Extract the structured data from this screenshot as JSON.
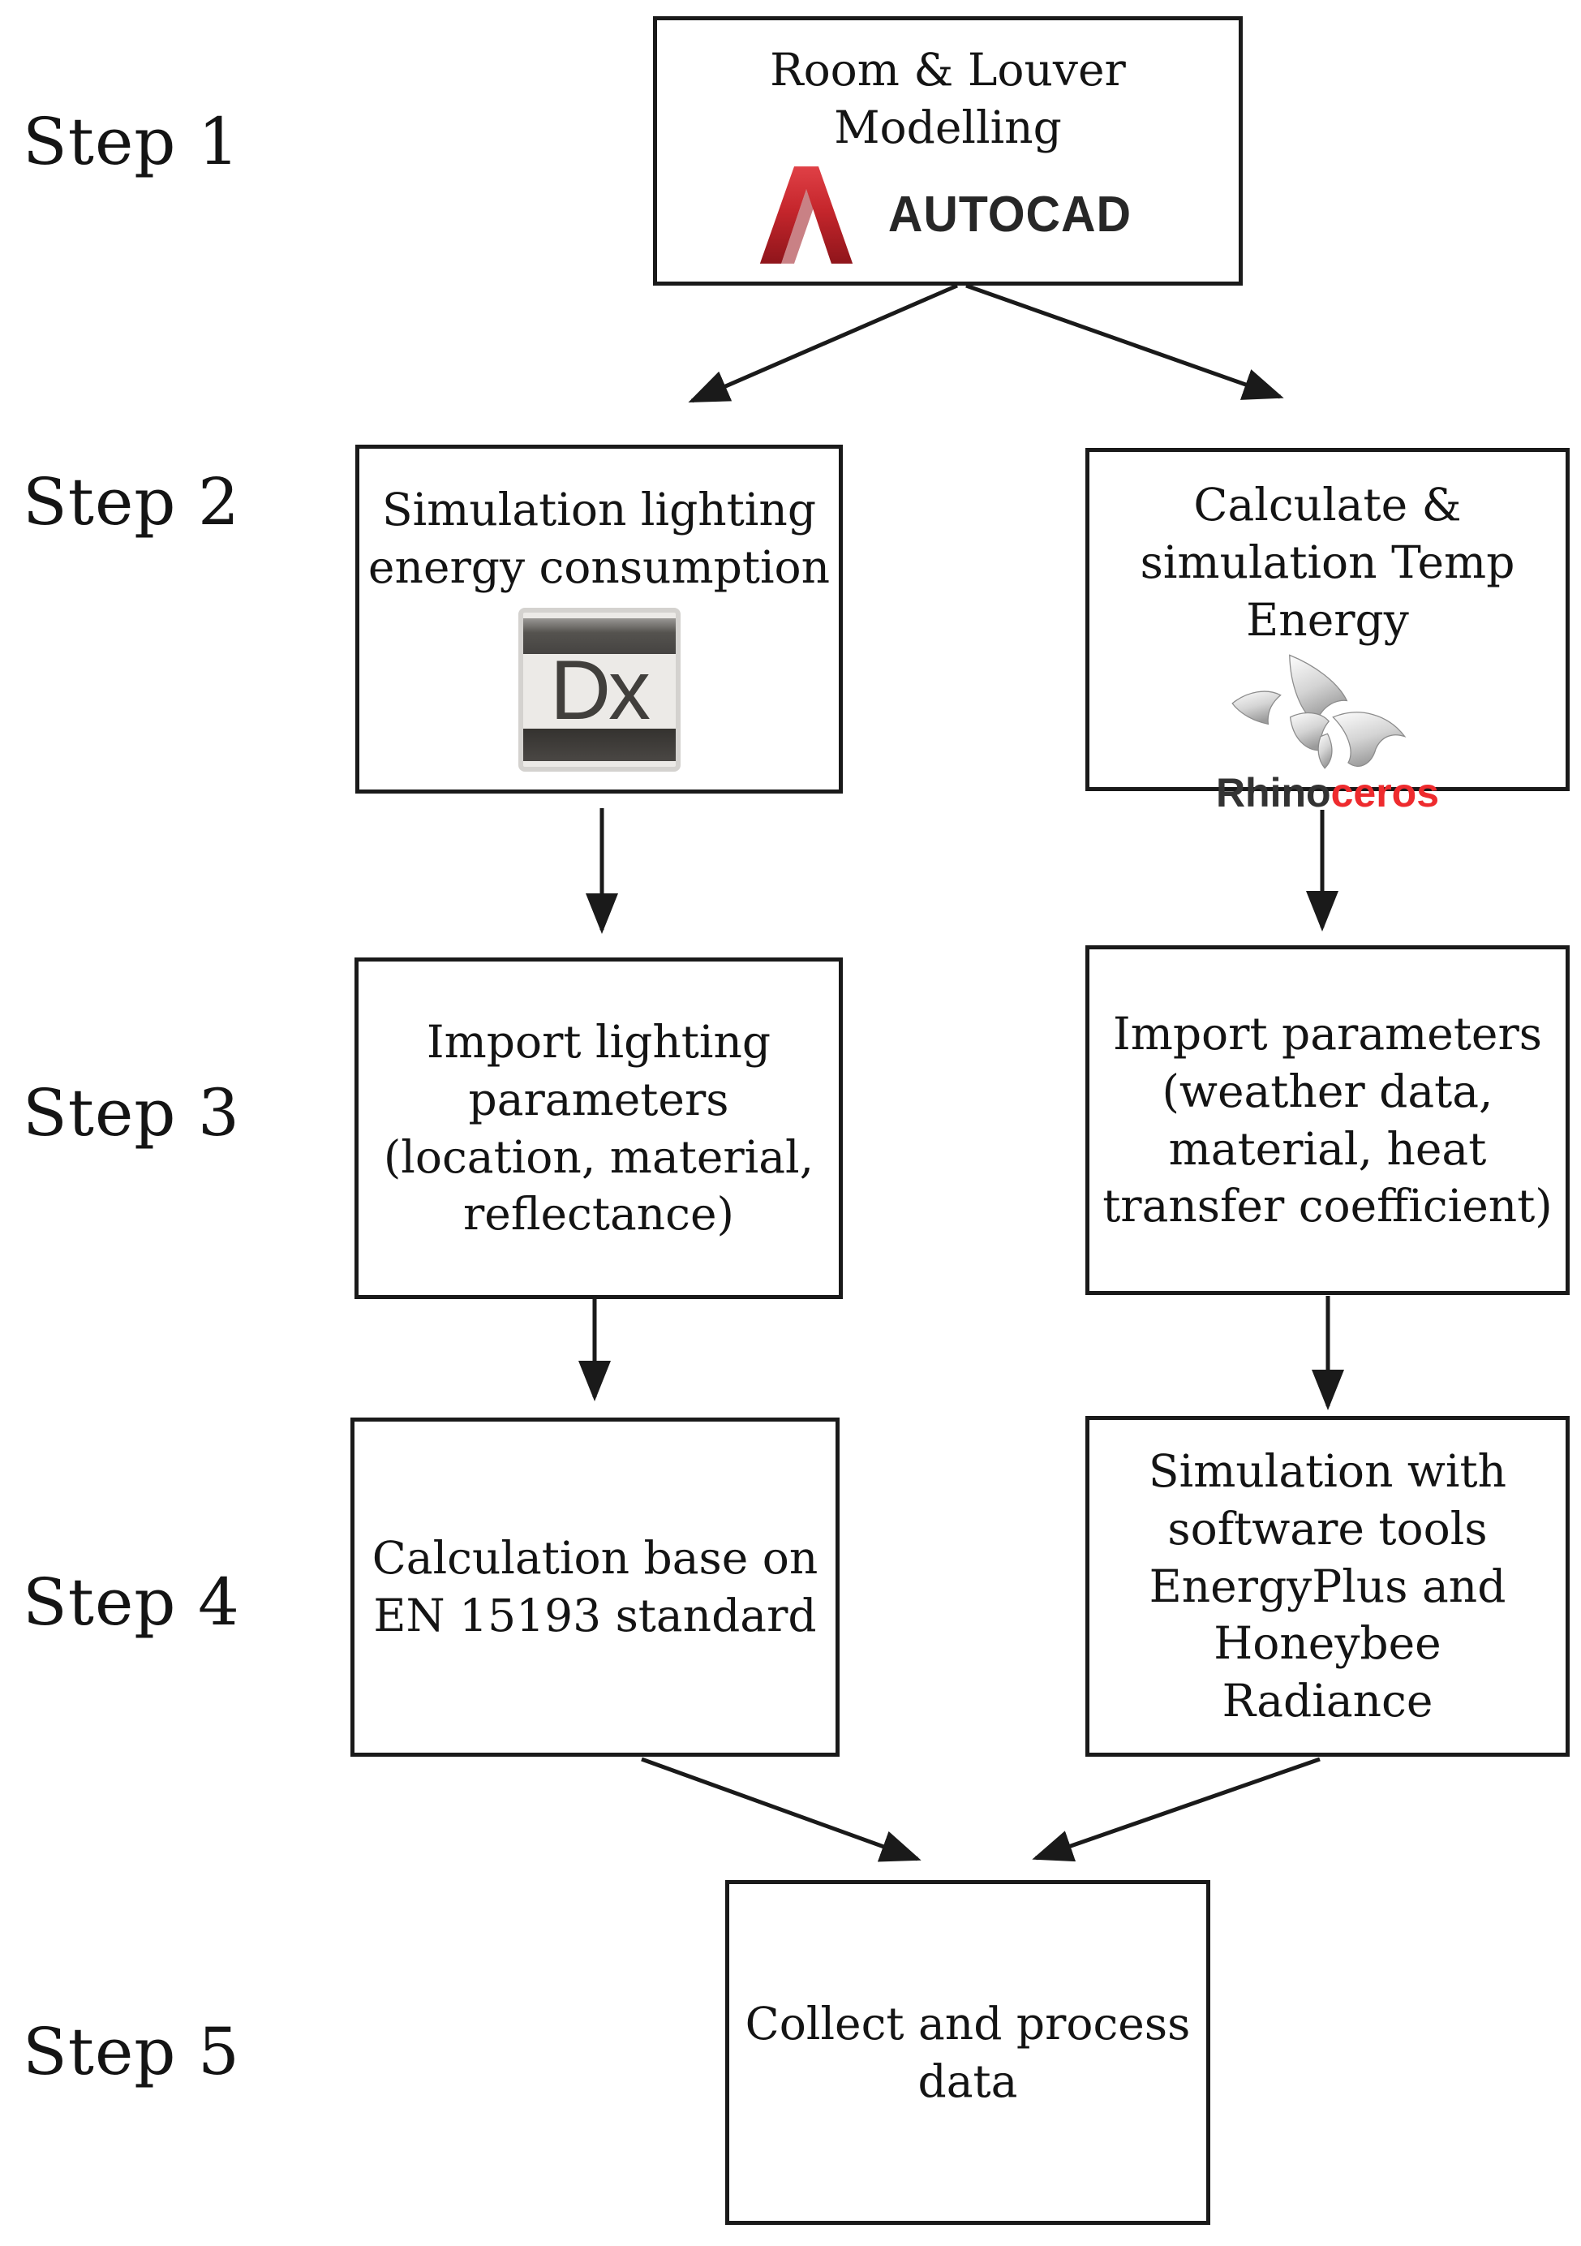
{
  "diagram": {
    "step_labels": [
      "Step 1",
      "Step 2",
      "Step 3",
      "Step 4",
      "Step 5"
    ],
    "boxes": {
      "step1": {
        "title": "Room & Louver\nModelling"
      },
      "step2_left": {
        "title": "Simulation lighting\nenergy consumption"
      },
      "step2_right": {
        "title": "Calculate &\nsimulation Temp\nEnergy"
      },
      "step3_left": {
        "title": "Import lighting\nparameters\n(location, material,\nreflectance)"
      },
      "step3_right": {
        "title": "Import parameters\n(weather data,\nmaterial, heat\ntransfer coefficient)"
      },
      "step4_left": {
        "title": "Calculation base on\nEN 15193 standard"
      },
      "step4_right": {
        "title": "Simulation with\nsoftware tools\nEnergyPlus and\nHoneybee\nRadiance"
      },
      "step5": {
        "title": "Collect and process\ndata"
      }
    },
    "logos": {
      "autocad": {
        "wordmark": "AUTOCAD"
      },
      "dialux": {
        "glyph": "Dx"
      },
      "rhinoceros": {
        "word_dark": "Rhino",
        "word_red": "ceros"
      }
    },
    "colors": {
      "box_border": "#1a1a1a",
      "arrow": "#1a1a1a",
      "autocad_red": "#c5262c",
      "rhino_red": "#ee2b2e",
      "dialux_dark": "#454341"
    }
  }
}
